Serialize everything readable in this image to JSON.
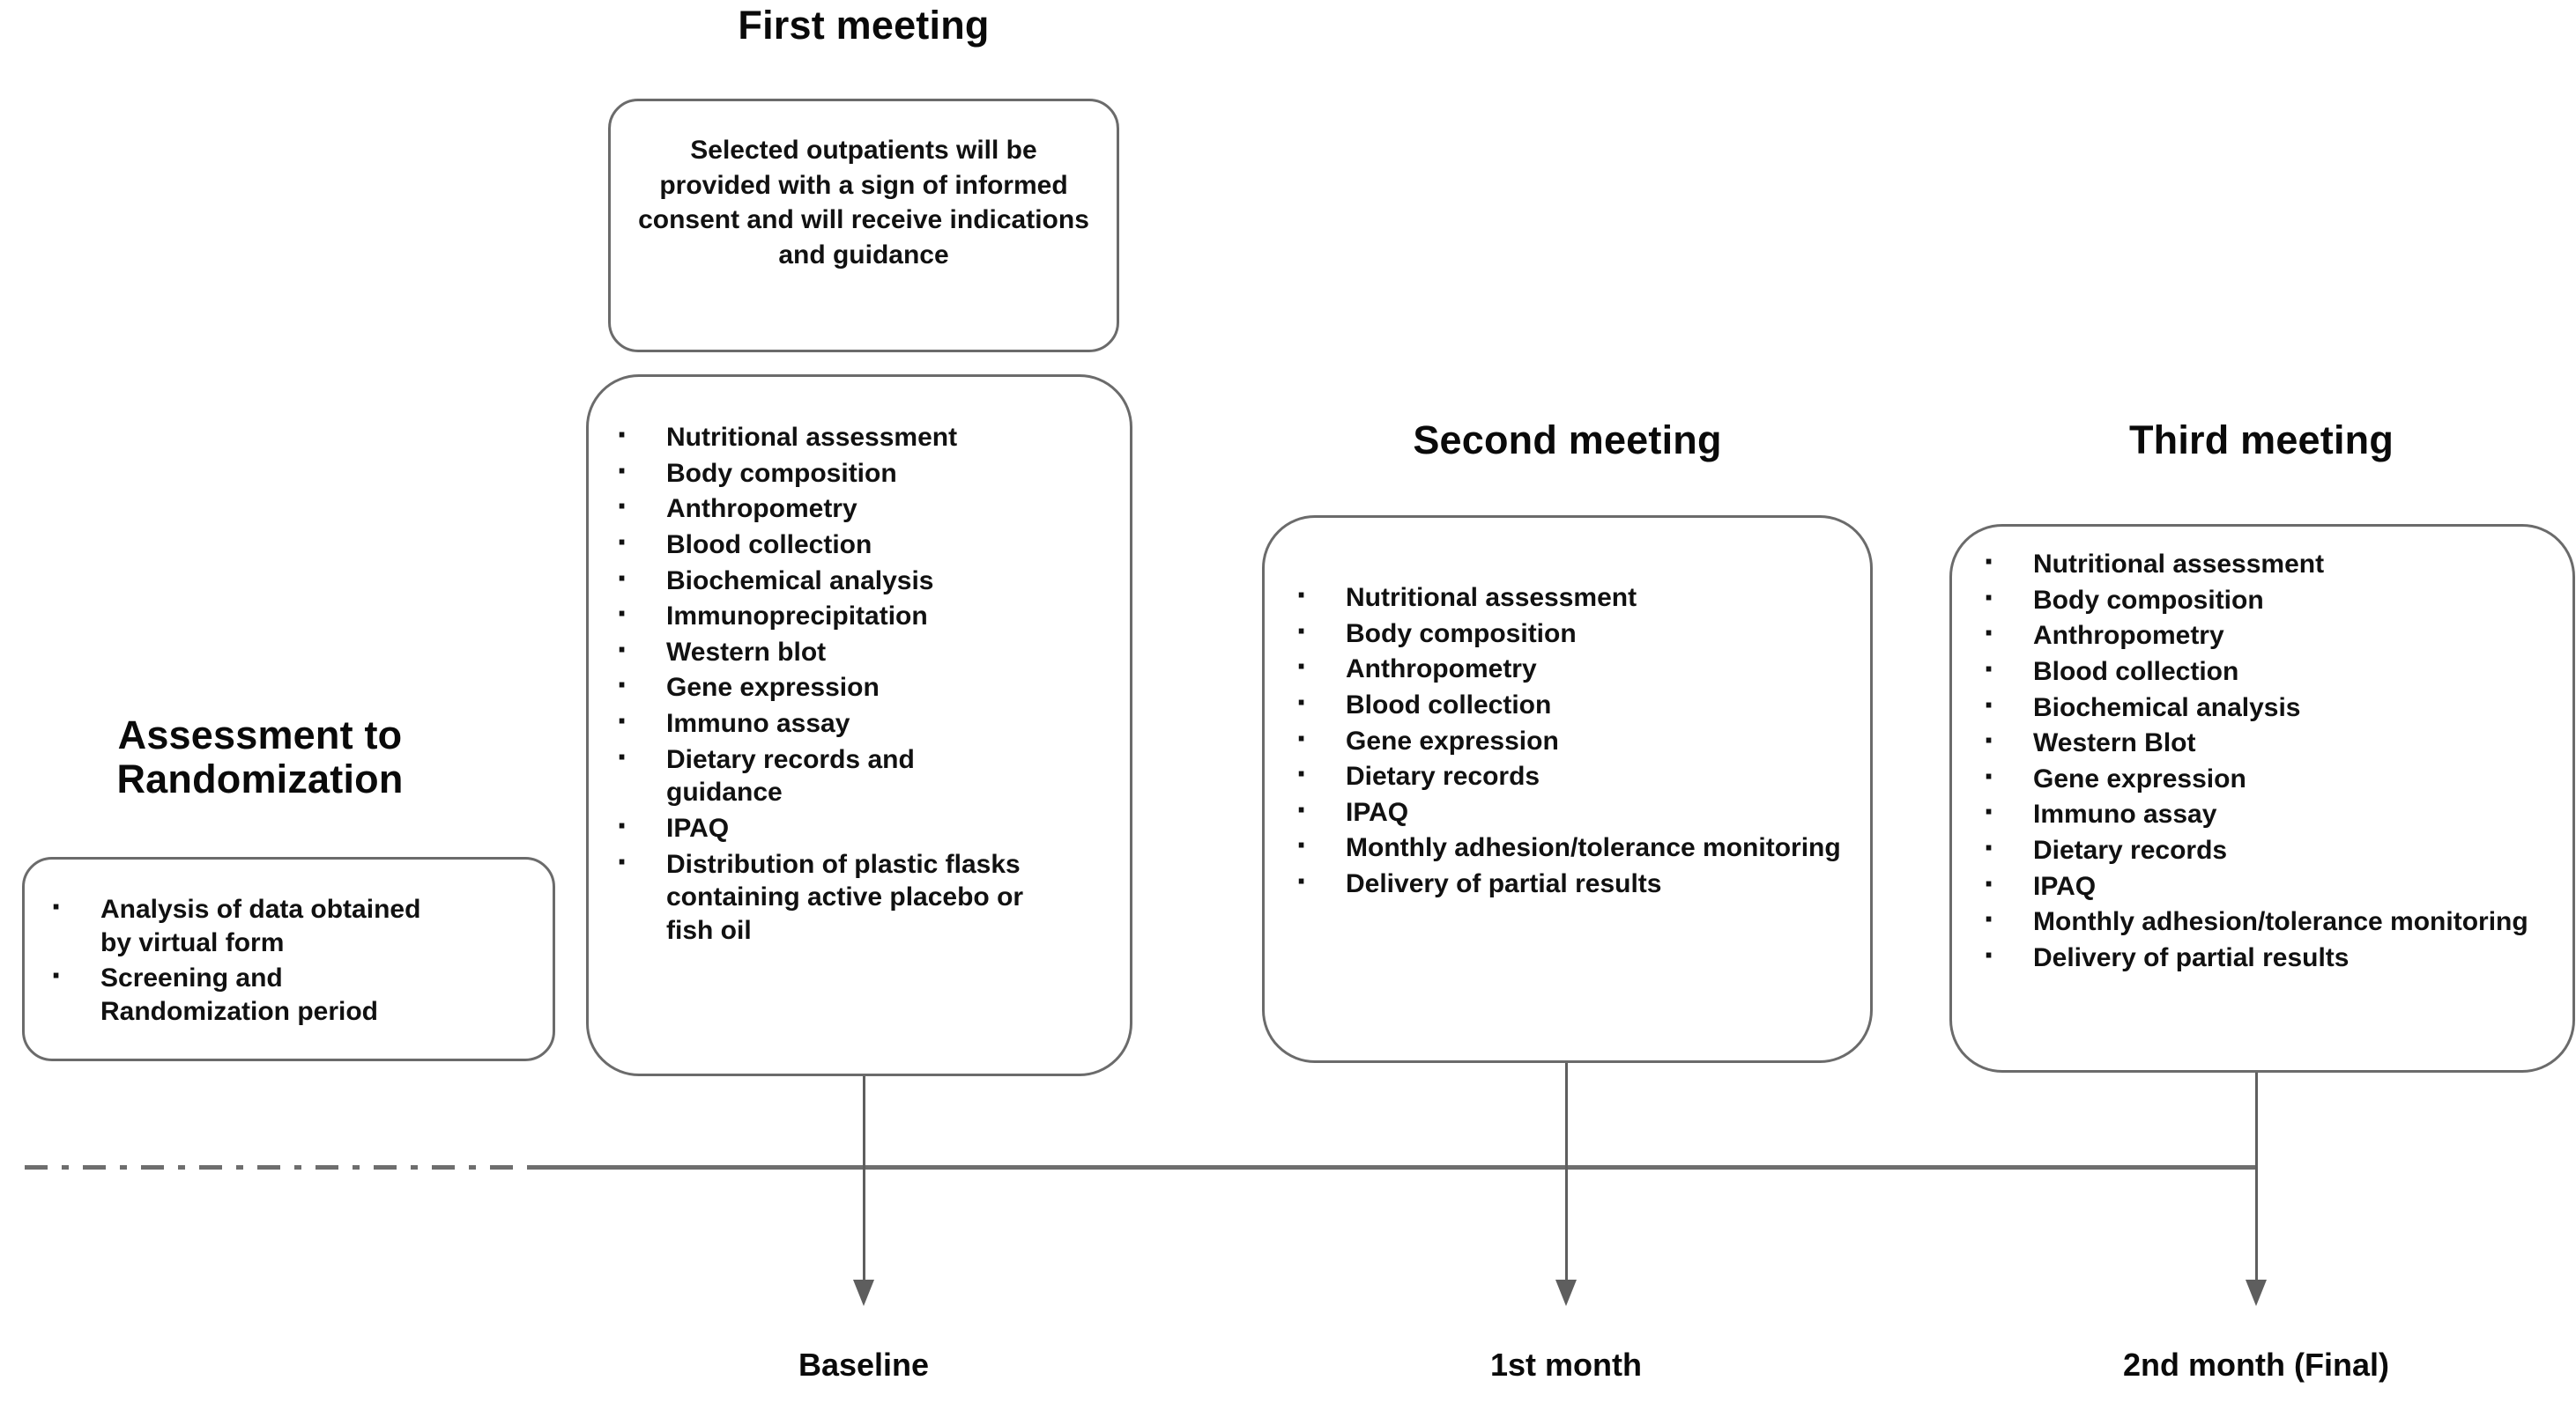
{
  "diagram": {
    "title_first_meeting": "First meeting",
    "title_second_meeting": "Second meeting",
    "title_third_meeting": "Third meeting",
    "title_assessment": "Assessment to\nRandomization",
    "consent_text": "Selected outpatients will be provided with a sign of informed consent and will receive indications and guidance",
    "colors": {
      "box_border": "#6b6b6b",
      "text": "#111111",
      "timeline": "#6e6e6e",
      "arrow": "#5e5e5e",
      "background": "#ffffff"
    }
  },
  "assessment_box": {
    "items": [
      "Analysis of data obtained by virtual form",
      "Screening and Randomization period"
    ]
  },
  "first_meeting_box": {
    "items": [
      "Nutritional assessment",
      "Body composition",
      "Anthropometry",
      "Blood collection",
      "Biochemical analysis",
      "Immunoprecipitation",
      "Western blot",
      "Gene expression",
      "Immuno assay",
      "Dietary records and guidance",
      "IPAQ",
      "Distribution of plastic flasks containing active placebo or fish oil"
    ]
  },
  "second_meeting_box": {
    "items": [
      "Nutritional assessment",
      "Body composition",
      "Anthropometry",
      "Blood collection",
      "Gene expression",
      "Dietary records",
      "IPAQ",
      "Monthly adhesion/tolerance monitoring",
      "Delivery of partial results"
    ]
  },
  "third_meeting_box": {
    "items": [
      "Nutritional assessment",
      "Body composition",
      "Anthropometry",
      "Blood collection",
      "Biochemical analysis",
      "Western Blot",
      "Gene expression",
      "Immuno assay",
      "Dietary records",
      "IPAQ",
      "Monthly adhesion/tolerance monitoring",
      "Delivery of partial results"
    ]
  },
  "timeline": {
    "timepoints": [
      {
        "label": "Baseline"
      },
      {
        "label": "1st month"
      },
      {
        "label": "2nd month (Final)"
      }
    ]
  }
}
